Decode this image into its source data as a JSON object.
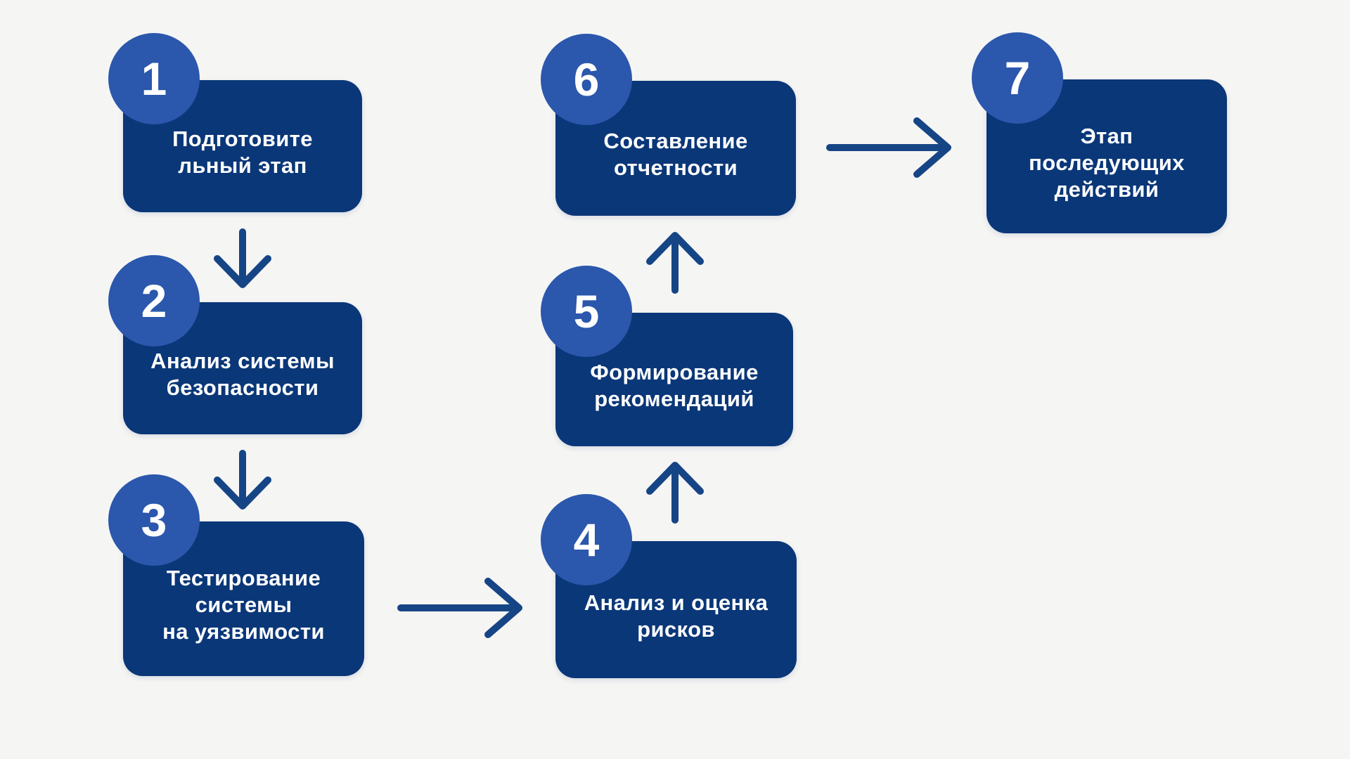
{
  "colors": {
    "background": "#f5f5f4",
    "box": "#0a3778",
    "badge": "#2b57ac",
    "arrow": "#164586",
    "text": "#ffffff"
  },
  "steps": [
    {
      "number": "1",
      "lines": [
        "Подготовите",
        "льный этап"
      ]
    },
    {
      "number": "2",
      "lines": [
        "Анализ системы",
        "безопасности"
      ]
    },
    {
      "number": "3",
      "lines": [
        "Тестирование",
        "системы",
        "на уязвимости"
      ]
    },
    {
      "number": "4",
      "lines": [
        "Анализ и оценка",
        "рисков"
      ]
    },
    {
      "number": "5",
      "lines": [
        "Формирование",
        "рекомендаций"
      ]
    },
    {
      "number": "6",
      "lines": [
        "Составление",
        "отчетности"
      ]
    },
    {
      "number": "7",
      "lines": [
        "Этап",
        "последующих",
        "действий"
      ]
    }
  ],
  "arrows": [
    {
      "from": "1",
      "to": "2",
      "direction": "down"
    },
    {
      "from": "2",
      "to": "3",
      "direction": "down"
    },
    {
      "from": "3",
      "to": "4",
      "direction": "right"
    },
    {
      "from": "4",
      "to": "5",
      "direction": "up"
    },
    {
      "from": "5",
      "to": "6",
      "direction": "up"
    },
    {
      "from": "6",
      "to": "7",
      "direction": "right"
    }
  ]
}
